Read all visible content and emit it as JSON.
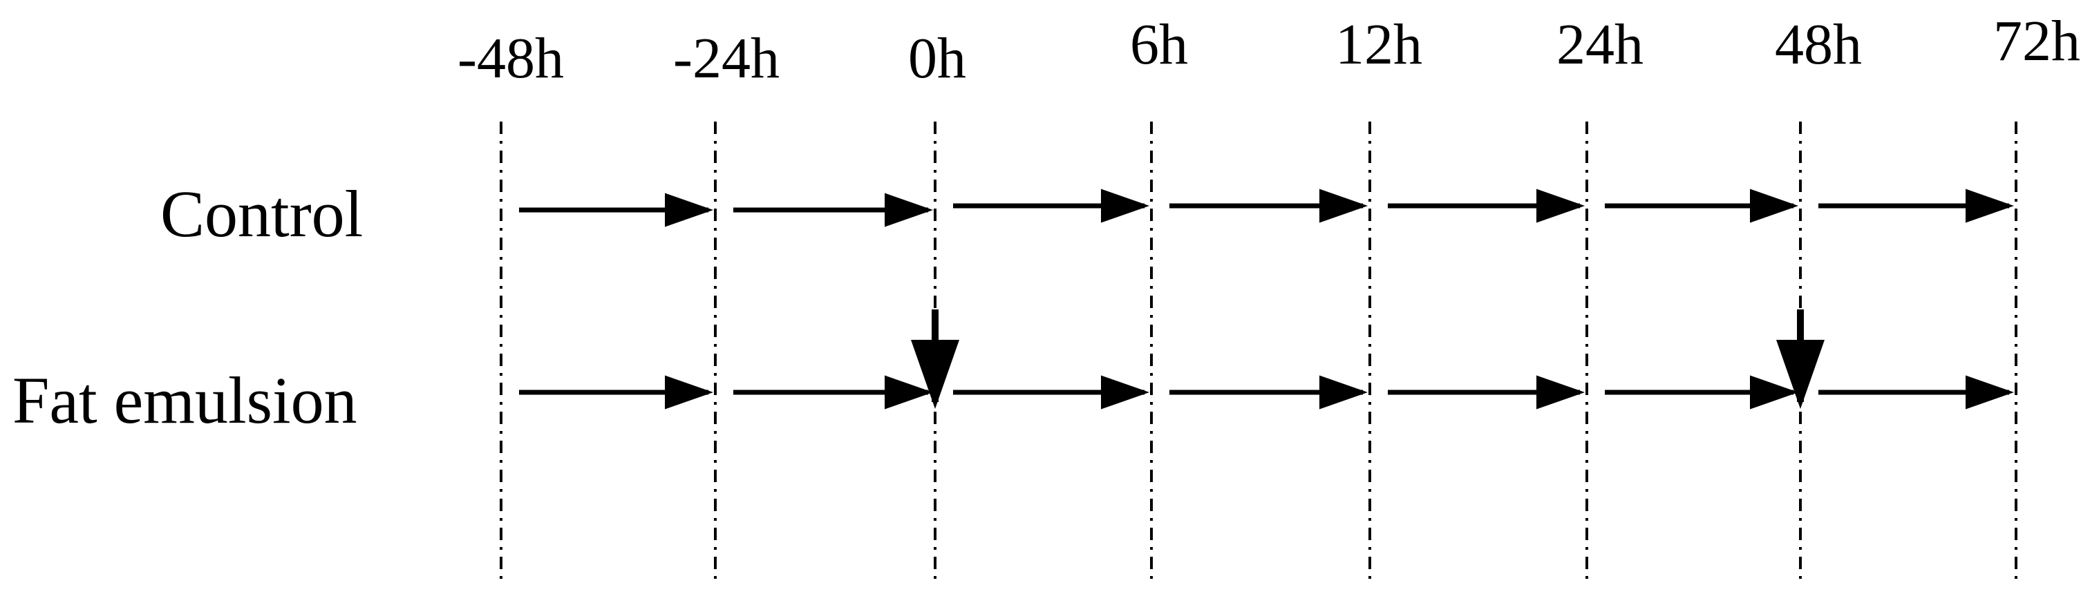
{
  "timeline": {
    "timepoints": [
      "-48h",
      "-24h",
      "0h",
      "6h",
      "12h",
      "24h",
      "48h",
      "72h"
    ]
  },
  "groups": [
    {
      "label": "Control",
      "dose_marks_at": []
    },
    {
      "label": "Fat emulsion",
      "dose_marks_at": [
        "0h",
        "48h"
      ]
    }
  ],
  "colors": {
    "ink": "#000000",
    "background": "#ffffff"
  }
}
